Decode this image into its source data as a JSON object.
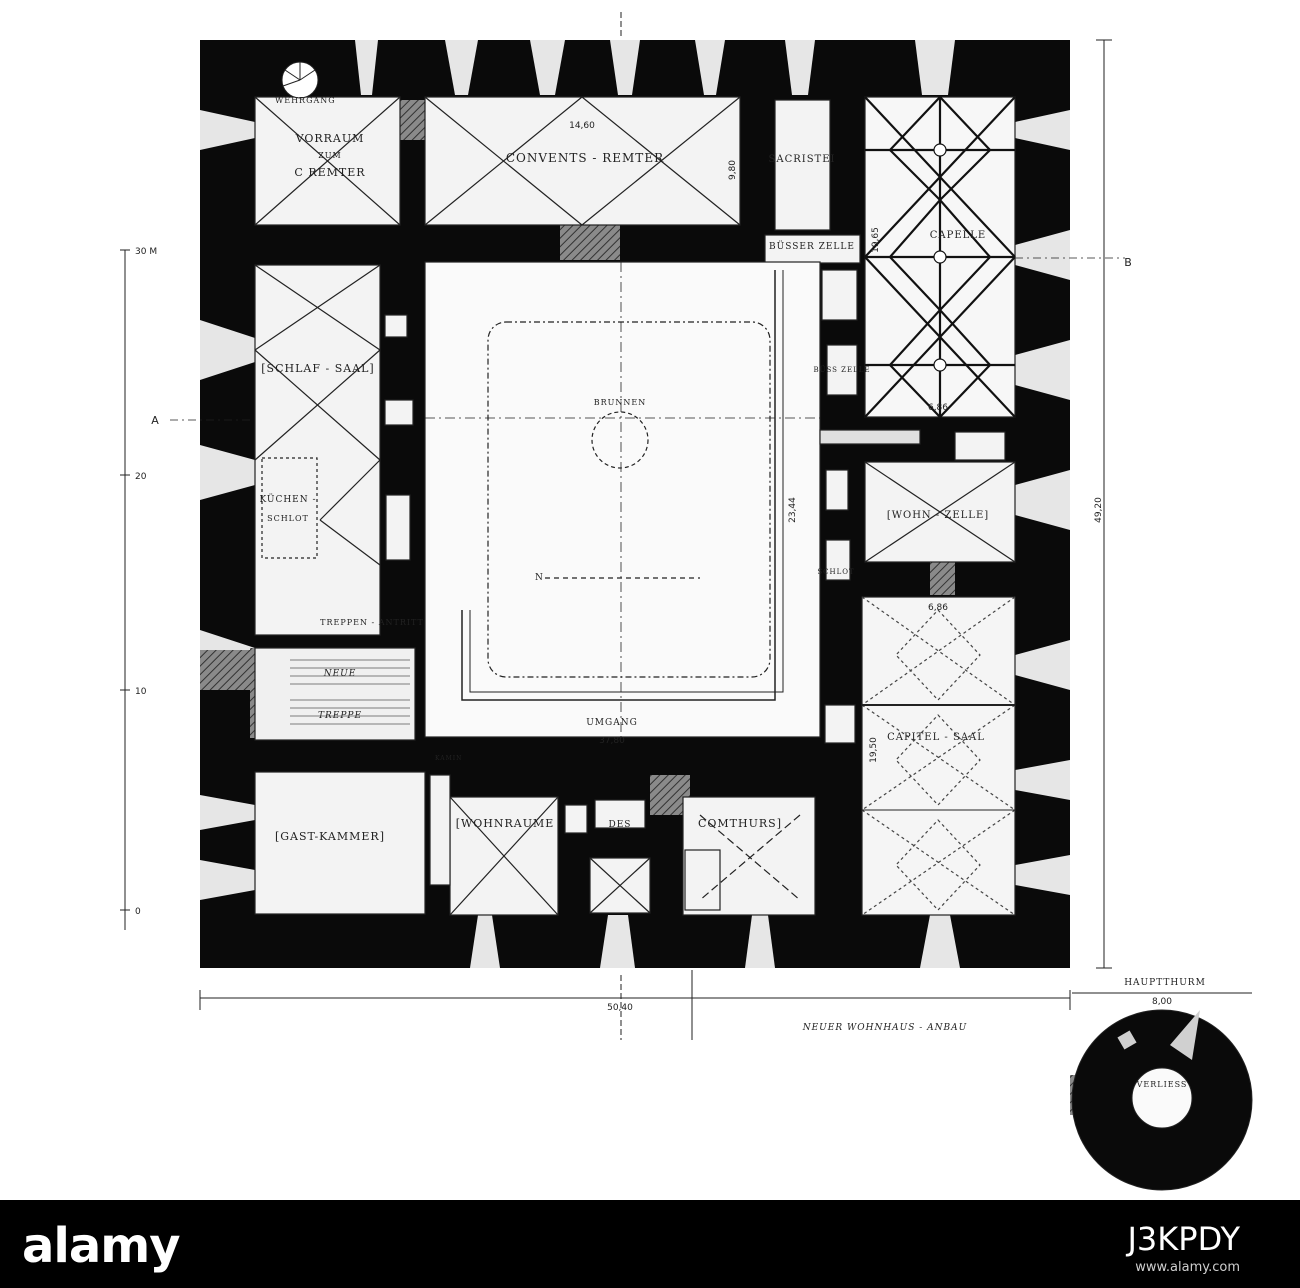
{
  "rooms": {
    "vorraum": [
      "VORRAUM",
      "ZUM",
      "C REMTER"
    ],
    "wehrgang": "WEHRGANG",
    "remter": "CONVENTS - REMTER",
    "sacristei": "SACRISTEI",
    "busser1": "BÜSSER ZELLE",
    "capelle": "CAPELLE",
    "busser2": "BÜSS ZELLE",
    "schlafsaal": "[SCHLAF - SAAL]",
    "kuechen": [
      "KÜCHEN -",
      "SCHLOT"
    ],
    "brunnen": "BRUNNEN",
    "north": "N",
    "wohnzelle": "[WOHN - ZELLE]",
    "schlot": "SCHLOT",
    "treppen": "TREPPEN - ANTRITT",
    "neue_treppe": [
      "NEUE",
      "TREPPE"
    ],
    "umgang": "UMGANG",
    "capitel": "CAPITEL - SAAL",
    "kamin": "KAMIN",
    "gastkammer": "[GAST-KAMMER]",
    "wohnraume": "[WOHNRAUME",
    "des": "DES",
    "comthurs": "COMTHURS]",
    "hauptthurm": "HAUPTTHURM",
    "verliess": "VERLIESS",
    "anbau": "NEUER WOHNHAUS - ANBAU"
  },
  "dimensions": {
    "remter_len": "14,60",
    "remter_w": "9,80",
    "capelle_len": "19,65",
    "capelle_w": "6,86",
    "capitel_w": "6,86",
    "capitel_len": "19,50",
    "hof_len": "23,44",
    "umgang_len": "37,80",
    "total_w": "50,40",
    "total_h": "49,20",
    "thurm_w": "8,00"
  },
  "section_marks": {
    "a": "A",
    "b": "B"
  },
  "scale": {
    "m30": "30 M",
    "m20": "20",
    "m10": "10",
    "m0": "0"
  },
  "watermark": {
    "logo": "alamy",
    "code": "J3KPDY",
    "site": "www.alamy.com"
  }
}
